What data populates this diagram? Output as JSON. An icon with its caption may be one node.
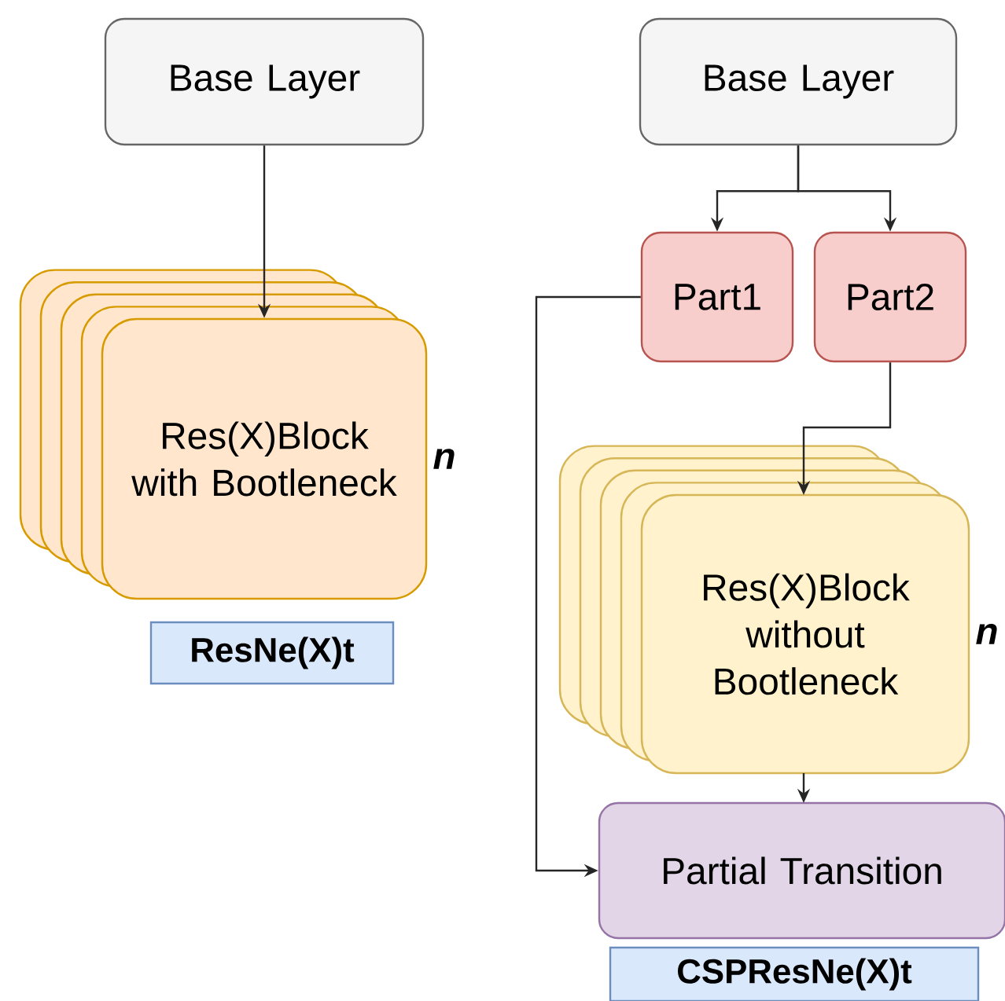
{
  "diagram": {
    "nodes": [
      {
        "text": [
          "Base Layer"
        ]
      },
      {
        "text": [
          "Res(X)Block with Bootleneck"
        ],
        "beside": [
          "n"
        ]
      },
      {
        "text": [
          "ResNe(X)t"
        ]
      },
      {
        "text": [
          "Base Layer"
        ]
      },
      {
        "text": [
          "Part1"
        ]
      },
      {
        "text": [
          "Part2"
        ]
      },
      {
        "text": [
          "Res(X)Block without Bootleneck"
        ],
        "beside": [
          "n"
        ]
      },
      {
        "text": [
          "Partial Transition"
        ]
      },
      {
        "text": [
          "CSPResNe(X)t"
        ]
      }
    ],
    "edges": [
      {
        "from": 0,
        "to": 1,
        "arrow": "to"
      },
      {
        "from": 3,
        "to": 4,
        "arrow": "to"
      },
      {
        "from": 3,
        "to": 5,
        "arrow": "to"
      },
      {
        "from": 5,
        "to": 6,
        "arrow": "to"
      },
      {
        "from": 6,
        "to": 7,
        "arrow": "to"
      },
      {
        "from": 4,
        "to": 7,
        "arrow": "to"
      }
    ]
  }
}
